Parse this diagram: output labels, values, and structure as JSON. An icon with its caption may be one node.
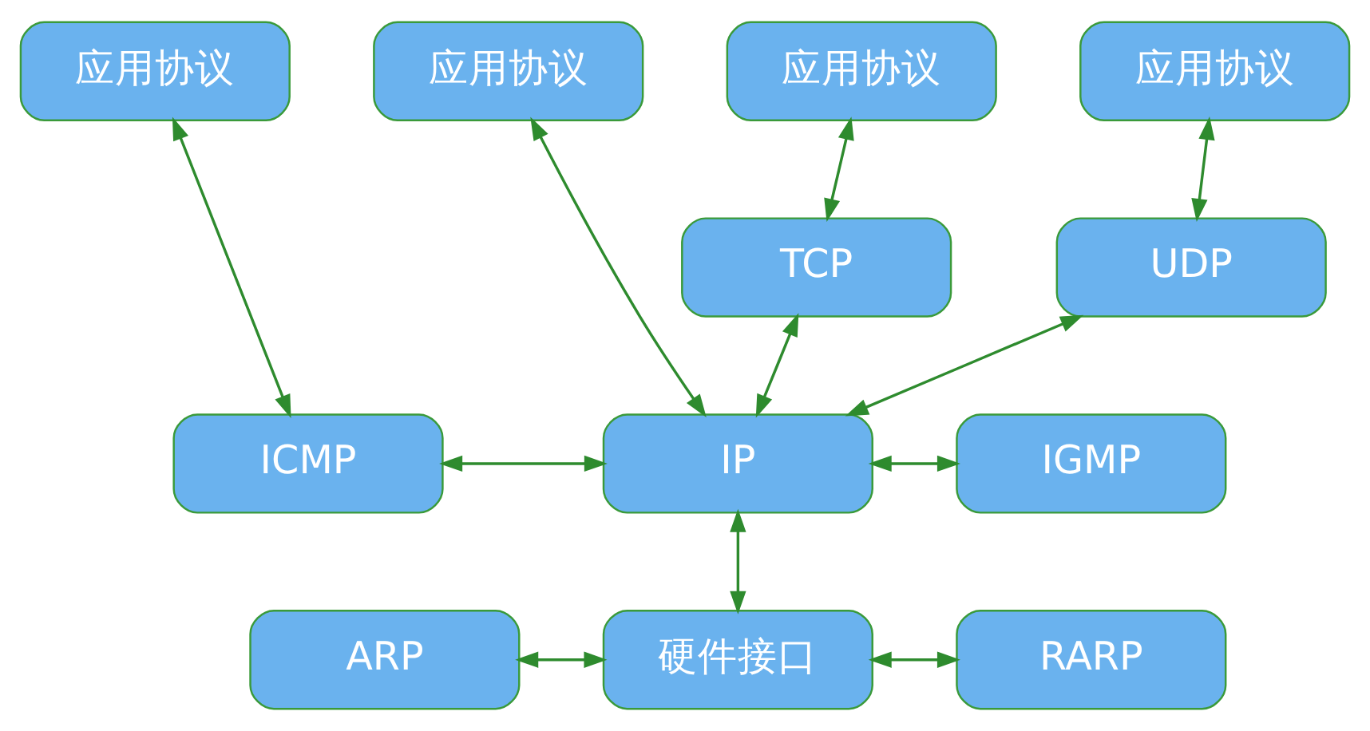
{
  "diagram": {
    "nodes": [
      {
        "text": [
          "应用协议"
        ]
      },
      {
        "text": [
          "应用协议"
        ]
      },
      {
        "text": [
          "应用协议"
        ]
      },
      {
        "text": [
          "应用协议"
        ]
      },
      {
        "text": [
          "TCP"
        ]
      },
      {
        "text": [
          "UDP"
        ]
      },
      {
        "text": [
          "ICMP"
        ]
      },
      {
        "text": [
          "IP"
        ]
      },
      {
        "text": [
          "IGMP"
        ]
      },
      {
        "text": [
          "ARP"
        ]
      },
      {
        "text": [
          "硬件接口"
        ]
      },
      {
        "text": [
          "RARP"
        ]
      }
    ],
    "edges": [
      {
        "from": 0,
        "to": 6,
        "arrow": "both"
      },
      {
        "from": 1,
        "to": 4,
        "arrow": "both"
      },
      {
        "from": 2,
        "to": 7,
        "arrow": "both"
      },
      {
        "from": 3,
        "to": 5,
        "arrow": "both"
      },
      {
        "from": 4,
        "to": 7,
        "arrow": "both"
      },
      {
        "from": 5,
        "to": 7,
        "arrow": "both"
      },
      {
        "from": 6,
        "to": 7,
        "arrow": "both"
      },
      {
        "from": 7,
        "to": 8,
        "arrow": "both"
      },
      {
        "from": 7,
        "to": 10,
        "arrow": "both"
      },
      {
        "from": 9,
        "to": 10,
        "arrow": "both"
      },
      {
        "from": 10,
        "to": 11,
        "arrow": "both"
      }
    ]
  }
}
